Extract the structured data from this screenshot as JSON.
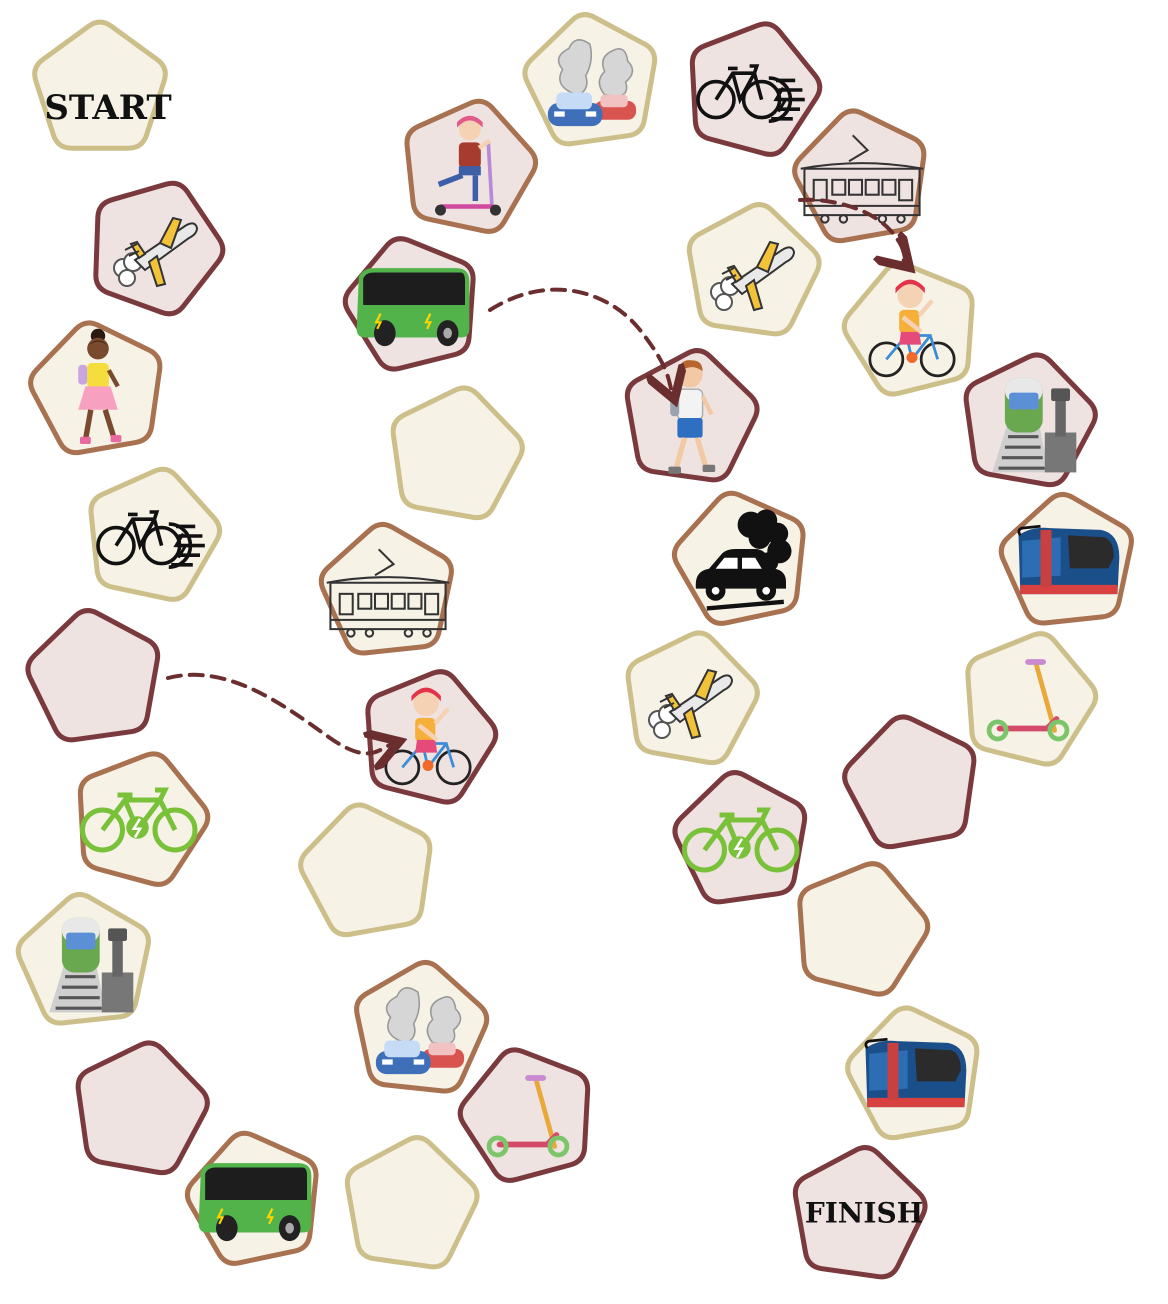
{
  "board": {
    "start_label": "START",
    "finish_label": "FINISH"
  },
  "colors": {
    "tile_fill_light": "#f6f2e6",
    "tile_fill_pink": "#efe3e1",
    "border_gold": "#cdbf8a",
    "border_brown": "#a8714f",
    "border_maroon": "#7a3a3d",
    "arrow": "#6b2e2e"
  },
  "tiles": [
    {
      "icon": "start-label",
      "style": "gold-light"
    },
    {
      "icon": "airplane-icon",
      "style": "maroon-pink"
    },
    {
      "icon": "walking-girl-icon",
      "style": "brown-light"
    },
    {
      "icon": "fast-bicycle-icon",
      "style": "gold-light"
    },
    {
      "icon": "empty",
      "style": "maroon-pink"
    },
    {
      "icon": "electric-bicycle-icon",
      "style": "brown-light"
    },
    {
      "icon": "train-station-icon",
      "style": "gold-light"
    },
    {
      "icon": "empty",
      "style": "maroon-pink"
    },
    {
      "icon": "electric-bus-icon",
      "style": "brown-light"
    },
    {
      "icon": "empty",
      "style": "gold-light"
    },
    {
      "icon": "scooter-icon",
      "style": "maroon-pink"
    },
    {
      "icon": "traffic-smog-icon",
      "style": "brown-light"
    },
    {
      "icon": "empty",
      "style": "gold-light"
    },
    {
      "icon": "cycling-girl-icon",
      "style": "maroon-pink"
    },
    {
      "icon": "tram-icon",
      "style": "brown-light"
    },
    {
      "icon": "empty",
      "style": "gold-light"
    },
    {
      "icon": "electric-bus-icon",
      "style": "maroon-pink"
    },
    {
      "icon": "scooter-girl-icon",
      "style": "brown-pink"
    },
    {
      "icon": "traffic-smog-icon",
      "style": "gold-light"
    },
    {
      "icon": "fast-bicycle-icon",
      "style": "maroon-pink"
    },
    {
      "icon": "tram-icon",
      "style": "brown-pink"
    },
    {
      "icon": "airplane-icon",
      "style": "gold-light"
    },
    {
      "icon": "cycling-girl-icon",
      "style": "gold-light"
    },
    {
      "icon": "train-station-icon",
      "style": "maroon-pink"
    },
    {
      "icon": "high-speed-train-icon",
      "style": "brown-light"
    },
    {
      "icon": "scooter-icon",
      "style": "gold-light"
    },
    {
      "icon": "empty",
      "style": "maroon-pink"
    },
    {
      "icon": "walking-boy-icon",
      "style": "maroon-pink"
    },
    {
      "icon": "polluting-car-icon",
      "style": "brown-light"
    },
    {
      "icon": "airplane-icon",
      "style": "gold-light"
    },
    {
      "icon": "electric-bicycle-icon",
      "style": "maroon-pink"
    },
    {
      "icon": "smoking-car-icon",
      "style": "brown-light"
    },
    {
      "icon": "high-speed-train-icon",
      "style": "gold-light"
    },
    {
      "icon": "finish-label",
      "style": "maroon-pink"
    }
  ]
}
